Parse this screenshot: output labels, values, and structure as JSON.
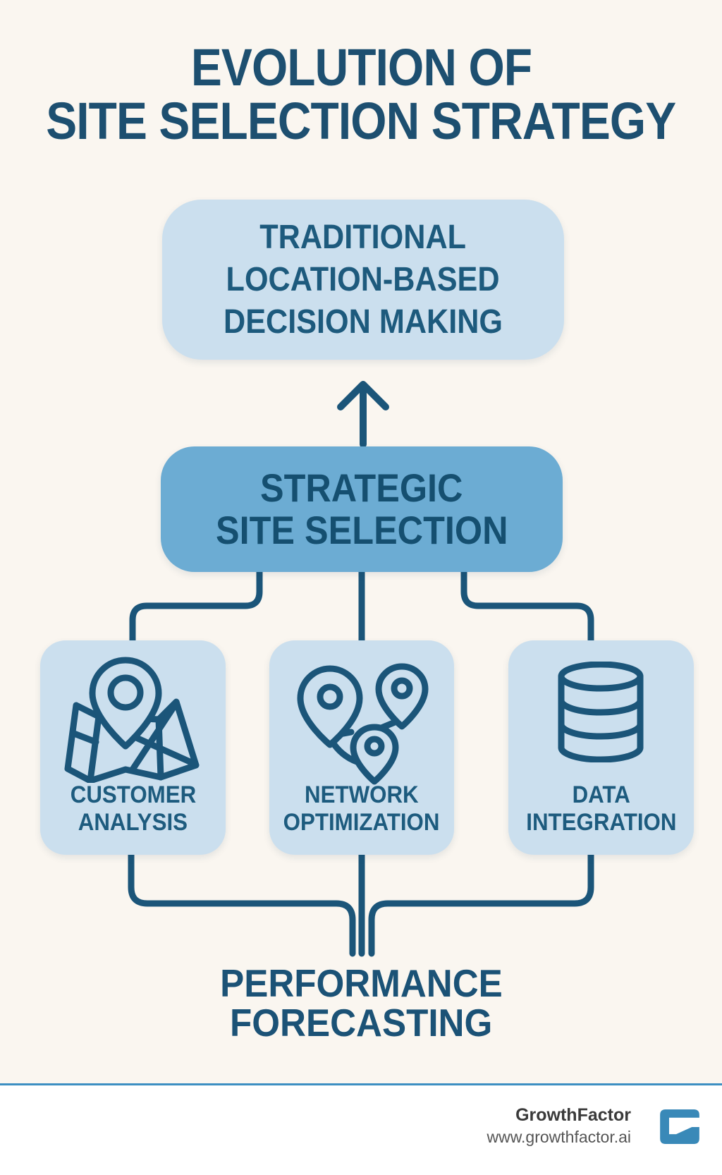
{
  "title": {
    "line1": "EVOLUTION OF",
    "line2": "SITE SELECTION STRATEGY"
  },
  "diagram": {
    "traditional": {
      "lines": [
        "TRADITIONAL",
        "LOCATION-BASED",
        "DECISION MAKING"
      ]
    },
    "strategic": {
      "lines": [
        "STRATEGIC",
        "SITE SELECTION"
      ]
    },
    "factors": [
      {
        "lines": [
          "CUSTOMER",
          "ANALYSIS"
        ],
        "icon": "map-location-pin-icon"
      },
      {
        "lines": [
          "NETWORK",
          "OPTIMIZATION"
        ],
        "icon": "route-pins-icon"
      },
      {
        "lines": [
          "DATA",
          "INTEGRATION"
        ],
        "icon": "database-icon"
      }
    ],
    "outcome": {
      "lines": [
        "PERFORMANCE",
        "FORECASTING"
      ]
    }
  },
  "footer": {
    "brand": "GrowthFactor",
    "website": "www.growthfactor.ai",
    "logo": "growthfactor-g-logo"
  },
  "colors": {
    "background": "#faf6f0",
    "light_box": "#cbdfee",
    "accent_box": "#6cacd3",
    "dark_blue_line": "#1b5579",
    "title_text": "#1d4f70",
    "box_text": "#1d5a7d",
    "divider": "#3d8fc2",
    "logo_blue": "#3989b8",
    "footer_text": "#3a3a3a",
    "footer_url": "#555555",
    "footer_background": "#ffffff"
  }
}
